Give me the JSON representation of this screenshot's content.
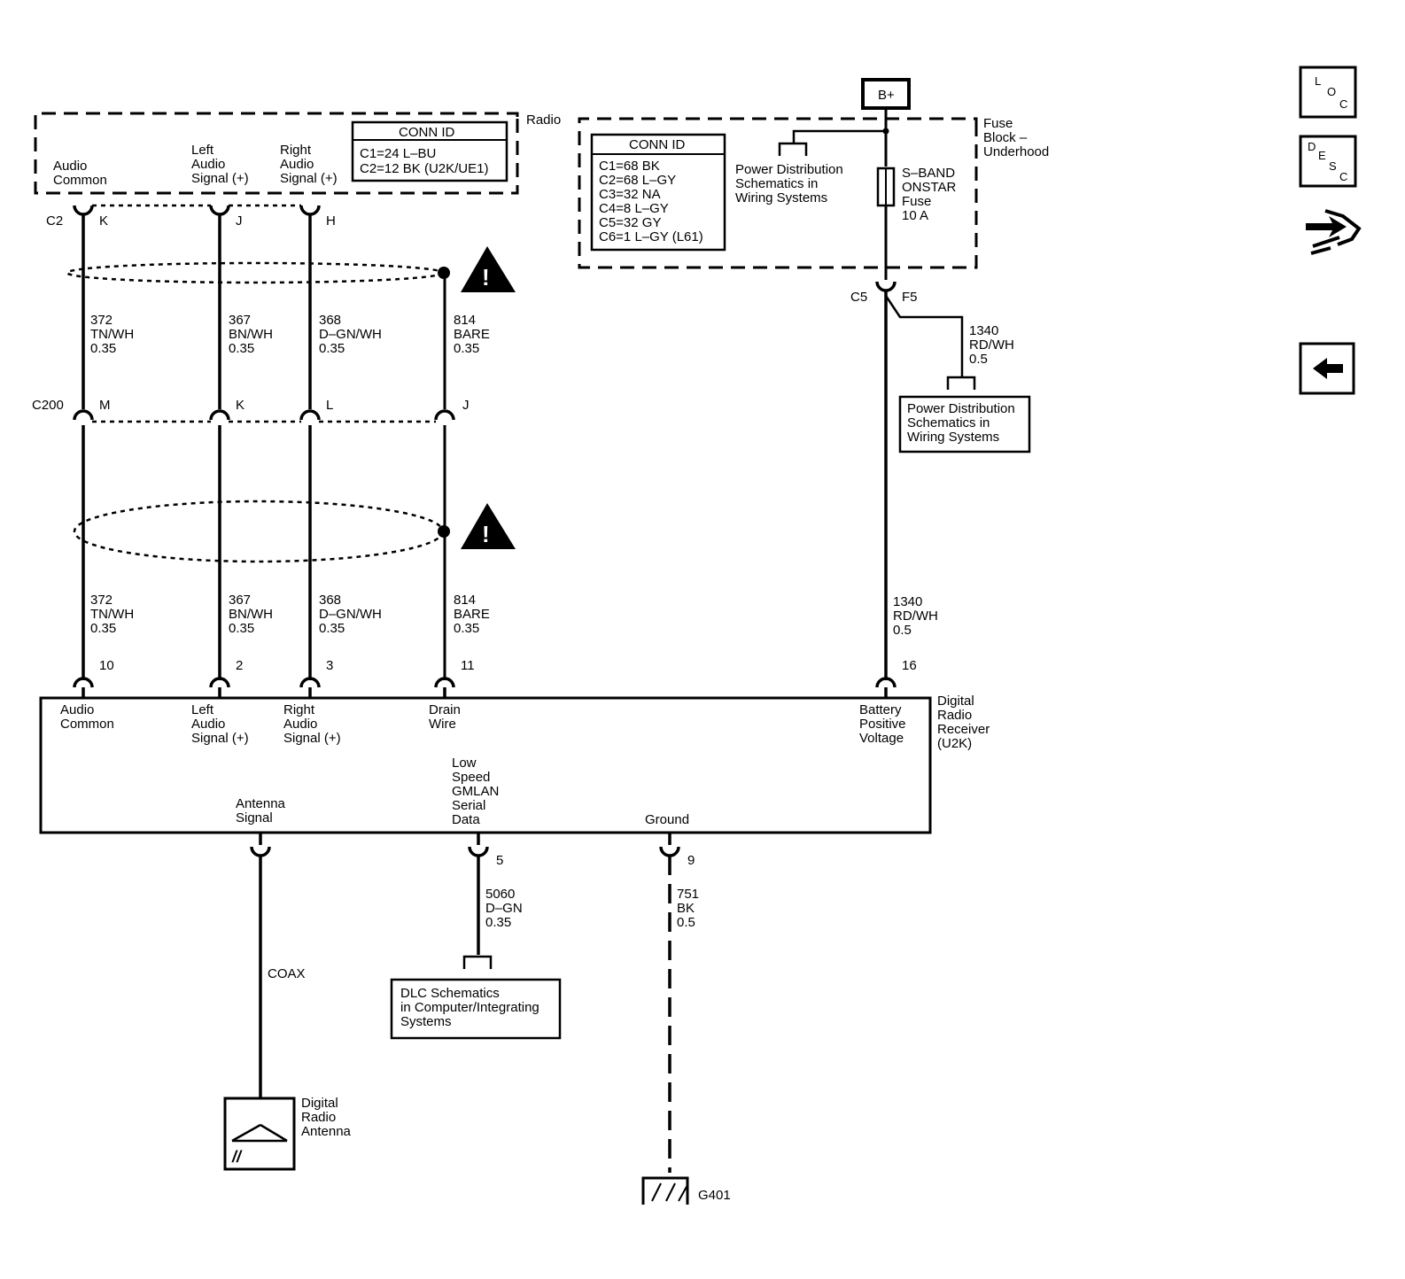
{
  "radio": {
    "title": "Radio",
    "pins": {
      "audio_common": "Audio Common",
      "left": "Left Audio Signal (+)",
      "right": "Right Audio Signal (+)"
    },
    "conn_id": {
      "header": "CONN ID",
      "lines": [
        "C1=24 L–BU",
        "C2=12 BK (U2K/UE1)"
      ]
    },
    "connector": "C2",
    "pin_letters": [
      "K",
      "J",
      "H"
    ]
  },
  "fuse_block": {
    "title": [
      "Fuse",
      "Block –",
      "Underhood"
    ],
    "conn_id": {
      "header": "CONN ID",
      "lines": [
        "C1=68 BK",
        "C2=68 L–GY",
        "C3=32 NA",
        "C4=8 L–GY",
        "C5=32 GY",
        "C6=1 L–GY (L61)"
      ]
    },
    "power_dist_ref": [
      "Power Distribution",
      "Schematics in",
      "Wiring Systems"
    ],
    "fuse": [
      "S–BAND",
      "ONSTAR",
      "Fuse",
      "10 A"
    ],
    "bplus": "B+",
    "connector": "C5",
    "pin": "F5"
  },
  "wires_upper": [
    {
      "circuit": "372",
      "color": "TN/WH",
      "size": "0.35"
    },
    {
      "circuit": "367",
      "color": "BN/WH",
      "size": "0.35"
    },
    {
      "circuit": "368",
      "color": "D–GN/WH",
      "size": "0.35"
    },
    {
      "circuit": "814",
      "color": "BARE",
      "size": "0.35"
    }
  ],
  "inline": {
    "connector": "C200",
    "pin_letters": [
      "M",
      "K",
      "L",
      "J"
    ]
  },
  "wires_lower": [
    {
      "circuit": "372",
      "color": "TN/WH",
      "size": "0.35"
    },
    {
      "circuit": "367",
      "color": "BN/WH",
      "size": "0.35"
    },
    {
      "circuit": "368",
      "color": "D–GN/WH",
      "size": "0.35"
    },
    {
      "circuit": "814",
      "color": "BARE",
      "size": "0.35"
    }
  ],
  "battery_wire_upper": {
    "circuit": "1340",
    "color": "RD/WH",
    "size": "0.5"
  },
  "battery_wire_lower": {
    "circuit": "1340",
    "color": "RD/WH",
    "size": "0.5"
  },
  "power_dist_box": [
    "Power Distribution",
    "Schematics in",
    "Wiring Systems"
  ],
  "receiver": {
    "title": [
      "Digital",
      "Radio",
      "Receiver",
      "(U2K)"
    ],
    "top_pins": [
      {
        "num": "10",
        "label": [
          "Audio",
          "Common"
        ]
      },
      {
        "num": "2",
        "label": [
          "Left",
          "Audio",
          "Signal (+)"
        ]
      },
      {
        "num": "3",
        "label": [
          "Right",
          "Audio",
          "Signal (+)"
        ]
      },
      {
        "num": "11",
        "label": [
          "Drain",
          "Wire"
        ]
      },
      {
        "num": "16",
        "label": [
          "Battery",
          "Positive",
          "Voltage"
        ]
      }
    ],
    "bottom_pins": [
      {
        "num": "",
        "label": [
          "Antenna",
          "Signal"
        ]
      },
      {
        "num": "5",
        "label": [
          "Low",
          "Speed",
          "GMLAN",
          "Serial",
          "Data"
        ]
      },
      {
        "num": "9",
        "label": [
          "Ground"
        ]
      }
    ]
  },
  "coax": "COAX",
  "gmlan_wire": {
    "circuit": "5060",
    "color": "D–GN",
    "size": "0.35"
  },
  "dlc_box": [
    "DLC Schematics",
    "in Computer/Integrating",
    "Systems"
  ],
  "ground_wire": {
    "circuit": "751",
    "color": "BK",
    "size": "0.5"
  },
  "ground": "G401",
  "antenna": [
    "Digital",
    "Radio",
    "Antenna"
  ],
  "nav": {
    "loc": [
      "L",
      "O",
      "C"
    ],
    "desc": [
      "D",
      "E",
      "S",
      "C"
    ],
    "connector_icon": "connector-icon",
    "back_icon": "back-arrow-icon"
  }
}
